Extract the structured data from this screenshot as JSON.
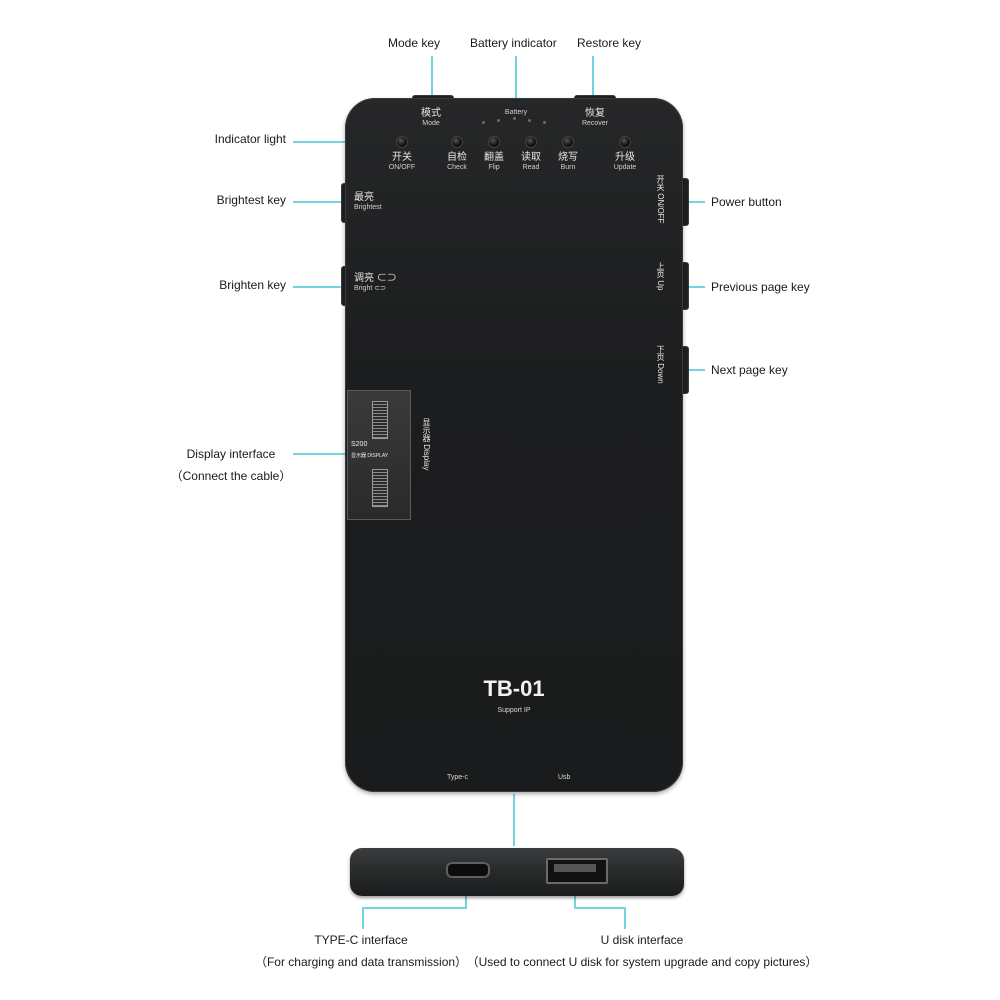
{
  "callouts": {
    "mode_key": "Mode key",
    "battery_indicator": "Battery indicator",
    "restore_key": "Restore key",
    "indicator_light": "Indicator light",
    "brightest_key": "Brightest key",
    "brighten_key": "Brighten key",
    "power_button": "Power button",
    "previous_page_key": "Previous page key",
    "next_page_key": "Next page key",
    "display_interface": "Display interface",
    "display_interface_sub": "（Connect the cable）",
    "typec_interface": "TYPE-C interface",
    "typec_interface_sub": "（For charging and data transmission）",
    "udisk_interface": "U disk interface",
    "udisk_interface_sub": "（Used to connect U disk for system upgrade and copy pictures）"
  },
  "device": {
    "mode": {
      "cn": "模式",
      "en": "Mode"
    },
    "battery": "Battery",
    "recover": {
      "cn": "恢复",
      "en": "Recover"
    },
    "buttons": [
      {
        "cn": "开关",
        "en": "ON/OFF"
      },
      {
        "cn": "自检",
        "en": "Check"
      },
      {
        "cn": "翻盖",
        "en": "Flip"
      },
      {
        "cn": "读取",
        "en": "Read"
      },
      {
        "cn": "烧写",
        "en": "Burn"
      },
      {
        "cn": "升级",
        "en": "Update"
      }
    ],
    "brightest": {
      "cn": "最亮",
      "en": "Brightest"
    },
    "brighten": {
      "cn": "调亮 ⊂⊃",
      "en": "Bright ⊂⊃"
    },
    "side_power": "开关 ON/OFF",
    "side_up": "上页 Up",
    "side_down": "下页 Down",
    "panel": {
      "model": "S200",
      "cn": "显示器",
      "en": "Display",
      "small": "显示器 DISPLAY"
    },
    "model": "TB-01",
    "model_sub": "Support IP",
    "port_typec": "Type-c",
    "port_usb": "Usb"
  }
}
